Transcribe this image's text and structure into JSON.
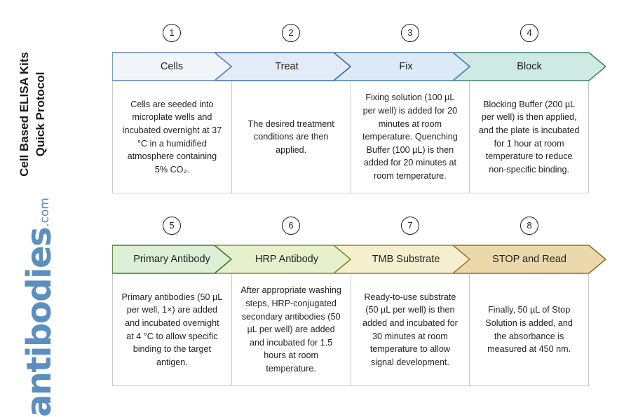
{
  "sidebar": {
    "title": "Cell Based ELISA Kits\nQuick Protocol",
    "brand_name": "antibodies",
    "brand_tld": ".com",
    "brand_color": "#5b8fc0"
  },
  "diagram": {
    "type": "process-flow",
    "rows": [
      {
        "row_id": "row-1",
        "steps": [
          {
            "number": "1",
            "title": "Cells",
            "body": "Cells are seeded into microplate wells and incubated overnight at 37 °C in a humidified atmosphere containing 5% CO₂.",
            "fill": "#f2f6fb",
            "stroke": "#5b85b5"
          },
          {
            "number": "2",
            "title": "Treat",
            "body": "The desired treatment conditions are then applied.",
            "fill": "#e3eaf8",
            "stroke": "#3a6ca8"
          },
          {
            "number": "3",
            "title": "Fix",
            "body": "Fixing solution (100 µL per well) is added for 20 minutes at room temperature. Quenching Buffer (100 µL) is then added for 20 minutes at room temperature.",
            "fill": "#dceaf7",
            "stroke": "#4a7fab"
          },
          {
            "number": "4",
            "title": "Block",
            "body": "Blocking Buffer (200 µL per well) is then applied, and the plate is incubated for 1 hour at room temperature to reduce non-specific binding.",
            "fill": "#cfeae3",
            "stroke": "#3f7f74"
          }
        ]
      },
      {
        "row_id": "row-2",
        "steps": [
          {
            "number": "5",
            "title": "Primary Antibody",
            "body": "Primary antibodies (50 µL per well, 1×) are added and incubated overnight at 4 °C to allow specific binding to the target antigen.",
            "fill": "#dcf0d8",
            "stroke": "#42772e"
          },
          {
            "number": "6",
            "title": "HRP Antibody",
            "body": "After appropriate washing steps, HRP-conjugated secondary antibodies (50 µL per well) are added and incubated for 1.5 hours at room temperature.",
            "fill": "#e6f0cd",
            "stroke": "#7f8c2e"
          },
          {
            "number": "7",
            "title": "TMB Substrate",
            "body": "Ready-to-use substrate (50 µL per well) is then added and incubated for 30 minutes at room temperature to allow signal development.",
            "fill": "#f5efcf",
            "stroke": "#9b7f2a"
          },
          {
            "number": "8",
            "title": "STOP and Read",
            "body": "Finally, 50 µL of Stop Solution is added, and the absorbance is measured at 450 nm.",
            "fill": "#ecd9ab",
            "stroke": "#8c6d25"
          }
        ]
      }
    ]
  }
}
